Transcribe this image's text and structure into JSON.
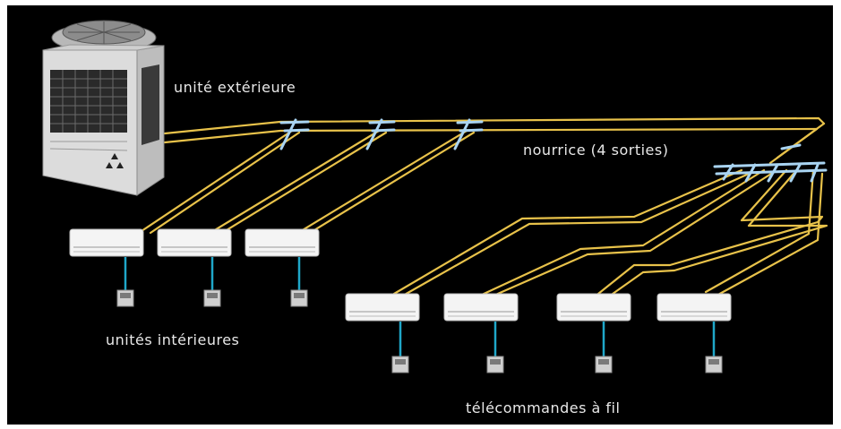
{
  "labels": {
    "outdoor_unit": "unité extérieure",
    "manifold": "nourrice (4 sorties)",
    "indoor_units": "unités intérieures",
    "remotes": "télécommandes à fil"
  },
  "colors": {
    "background": "#000000",
    "refrigerant_pipe": "#e8c24a",
    "branch_joint": "#a9d4f2",
    "remote_cable": "#1fa7c9",
    "indoor_unit_body": "#f4f4f4",
    "outdoor_unit_body": "#d9d9d9",
    "text": "#e8e8e8"
  },
  "icons": {
    "outdoor_unit": "condenser-unit-icon",
    "indoor_unit": "wall-split-unit-icon",
    "remote": "wired-remote-icon",
    "branch_joint": "refnet-joint-icon",
    "manifold": "header-manifold-icon"
  }
}
